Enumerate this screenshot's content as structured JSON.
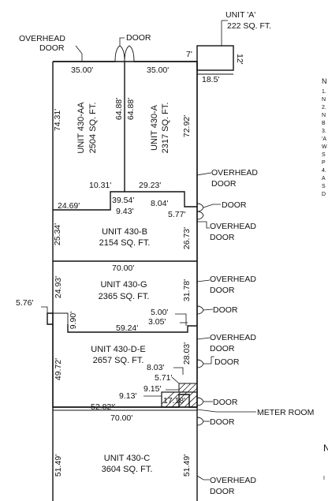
{
  "labels": {
    "overhead_door_top_1": "OVERHEAD",
    "overhead_door_top_2": "DOOR",
    "door_top": "DOOR",
    "unit_a_title": "UNIT 'A'",
    "unit_a_area": "222 SQ. FT.",
    "north": "N",
    "overhead": "OVERHEAD",
    "door": "DOOR",
    "meter_room": "METER ROOM"
  },
  "units": {
    "aa_name": "UNIT 430-AA",
    "aa_area": "2504 SQ. FT.",
    "a_name": "UNIT 430-A",
    "a_area": "2317 SQ. FT.",
    "b_name": "UNIT 430-B",
    "b_area": "2154 SQ. FT.",
    "g_name": "UNIT 430-G",
    "g_area": "2365 SQ. FT.",
    "de_name": "UNIT 430-D-E",
    "de_area": "2657 SQ. FT.",
    "c_name": "UNIT 430-C",
    "c_area": "3604 SQ. FT."
  },
  "dims": {
    "top_left": "35.00'",
    "top_right": "35.00'",
    "unit_a_width": "18.5'",
    "unit_a_side": "7'",
    "unit_a_depth": "12'",
    "aa_left": "74.31'",
    "aa_right": "64.88'",
    "a_left": "64.88'",
    "a_right": "72.92'",
    "aa_bottom": "10.31'",
    "a_bottom": "29.23'",
    "step_top": "39.54'",
    "step_right": "8.04'",
    "step_left": "24.69'",
    "step_mid": "9.43'",
    "step_side": "5.77'",
    "b_left": "25.34'",
    "b_right": "26.73'",
    "b_bottom": "70.00'",
    "g_left": "24.93'",
    "g_right": "31.78'",
    "g_jog_out": "5.76'",
    "g_jog": "9.90'",
    "g_step_a": "5.00'",
    "g_step_b": "3.05'",
    "g_bottom": "59.24'",
    "de_left": "49.72'",
    "de_right": "28.03'",
    "de_step_a": "8.03'",
    "de_step_b": "5.71'",
    "de_step_c": "9.15'",
    "de_step_d": "9.13'",
    "meter_width": "17.18'",
    "de_bottom": "52.82'",
    "c_top": "70.00'",
    "c_left": "51.49'",
    "c_right": "51.49'"
  },
  "notes": {
    "n1": "N",
    "n2": "1.",
    "n3": "N",
    "n4": "2.",
    "n5": "N",
    "n6": "B",
    "n7": "3.",
    "n8": "'A",
    "n9": "W",
    "n10": "S",
    "n11": "P",
    "n12": "4.",
    "n13": "A",
    "n14": "S",
    "n15": "D",
    "n16": "N",
    "n17": "I"
  }
}
